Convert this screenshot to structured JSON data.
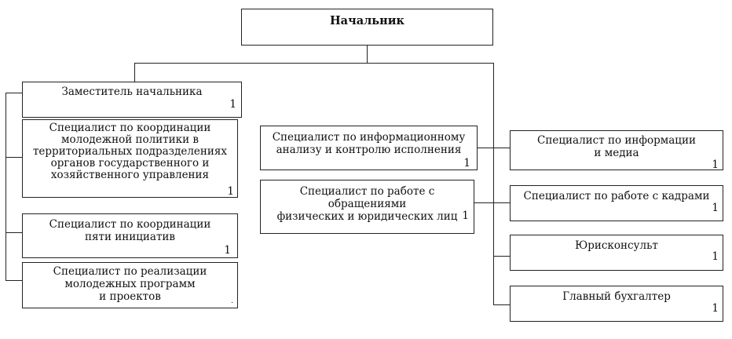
{
  "chief": {
    "label": "Начальник"
  },
  "left": [
    {
      "label": "Заместитель начальника",
      "count": "1"
    },
    {
      "label": "Специалист по координации\nмолодежной политики в\nтерриториальных подразделениях\nорганов государственного и\nхозяйственного управления",
      "count": "1"
    },
    {
      "label": "Специалист по координации\nпяти инициатив",
      "count": "1"
    },
    {
      "label": "Специалист по реализации\nмолодежных программ\nи проектов",
      "count": "."
    }
  ],
  "center": [
    {
      "label": "Специалист по информационному\nанализу и контролю исполнения",
      "count": "1"
    },
    {
      "label": "Специалист по работе с обращениями\nфизических и юридических лиц",
      "count": "1"
    }
  ],
  "right": [
    {
      "label": "Специалист по информации\nи медиа",
      "count": "1"
    },
    {
      "label": "Специалист по работе с кадрами",
      "count": "1"
    },
    {
      "label": "Юрисконсульт",
      "count": "1"
    },
    {
      "label": "Главный бухгалтер",
      "count": "1"
    }
  ]
}
